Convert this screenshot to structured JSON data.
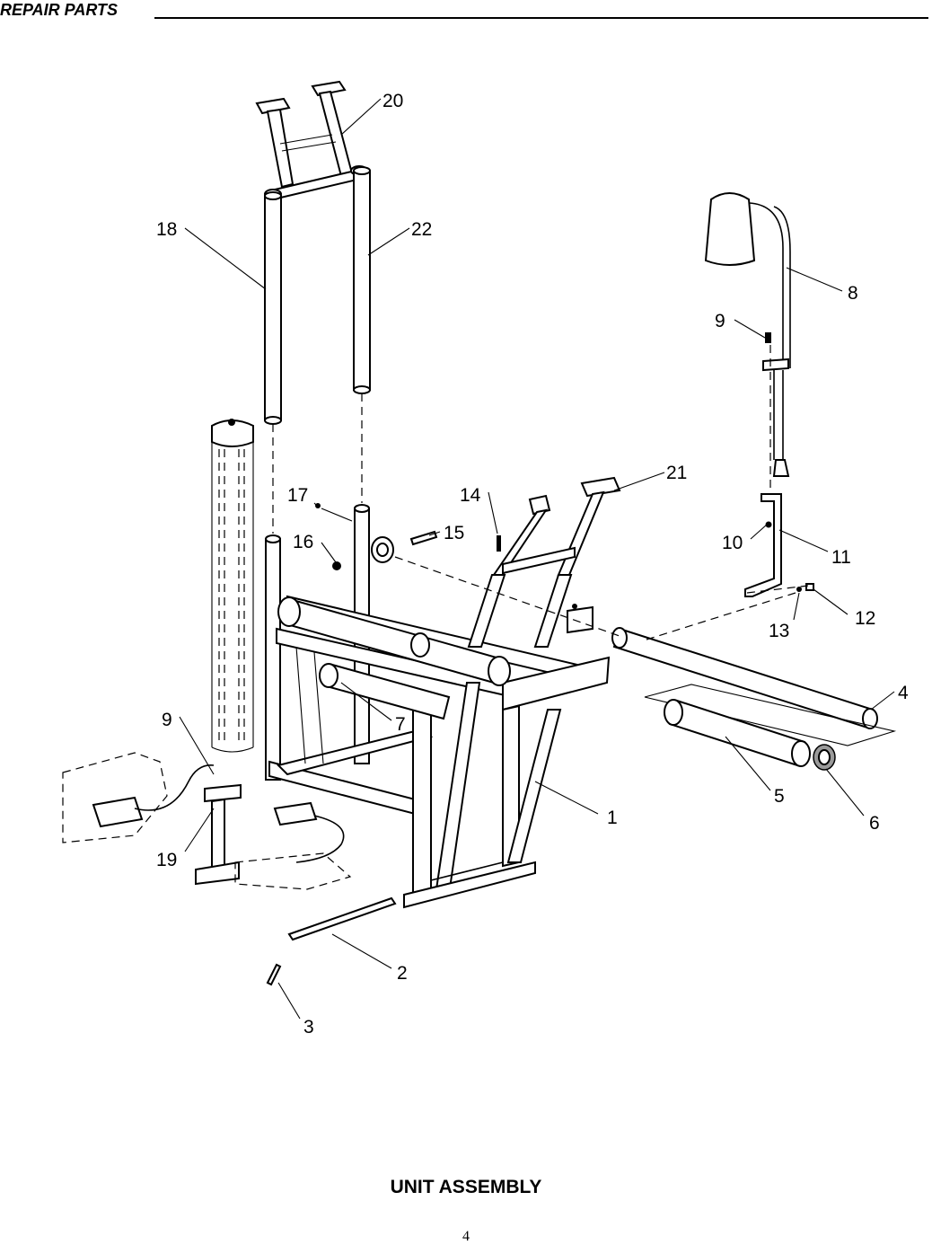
{
  "header": {
    "title": "REPAIR PARTS"
  },
  "diagram": {
    "callouts": [
      {
        "id": "20",
        "label": "20"
      },
      {
        "id": "18",
        "label": "18"
      },
      {
        "id": "22",
        "label": "22"
      },
      {
        "id": "8",
        "label": "8"
      },
      {
        "id": "9a",
        "label": "9"
      },
      {
        "id": "21",
        "label": "21"
      },
      {
        "id": "17",
        "label": "17"
      },
      {
        "id": "14",
        "label": "14"
      },
      {
        "id": "15",
        "label": "15"
      },
      {
        "id": "16",
        "label": "16"
      },
      {
        "id": "10",
        "label": "10"
      },
      {
        "id": "11",
        "label": "11"
      },
      {
        "id": "12",
        "label": "12"
      },
      {
        "id": "13",
        "label": "13"
      },
      {
        "id": "4",
        "label": "4"
      },
      {
        "id": "7",
        "label": "7"
      },
      {
        "id": "9b",
        "label": "9"
      },
      {
        "id": "5",
        "label": "5"
      },
      {
        "id": "6",
        "label": "6"
      },
      {
        "id": "1",
        "label": "1"
      },
      {
        "id": "19",
        "label": "19"
      },
      {
        "id": "2",
        "label": "2"
      },
      {
        "id": "3",
        "label": "3"
      }
    ]
  },
  "caption": "UNIT ASSEMBLY",
  "page_number": "4"
}
